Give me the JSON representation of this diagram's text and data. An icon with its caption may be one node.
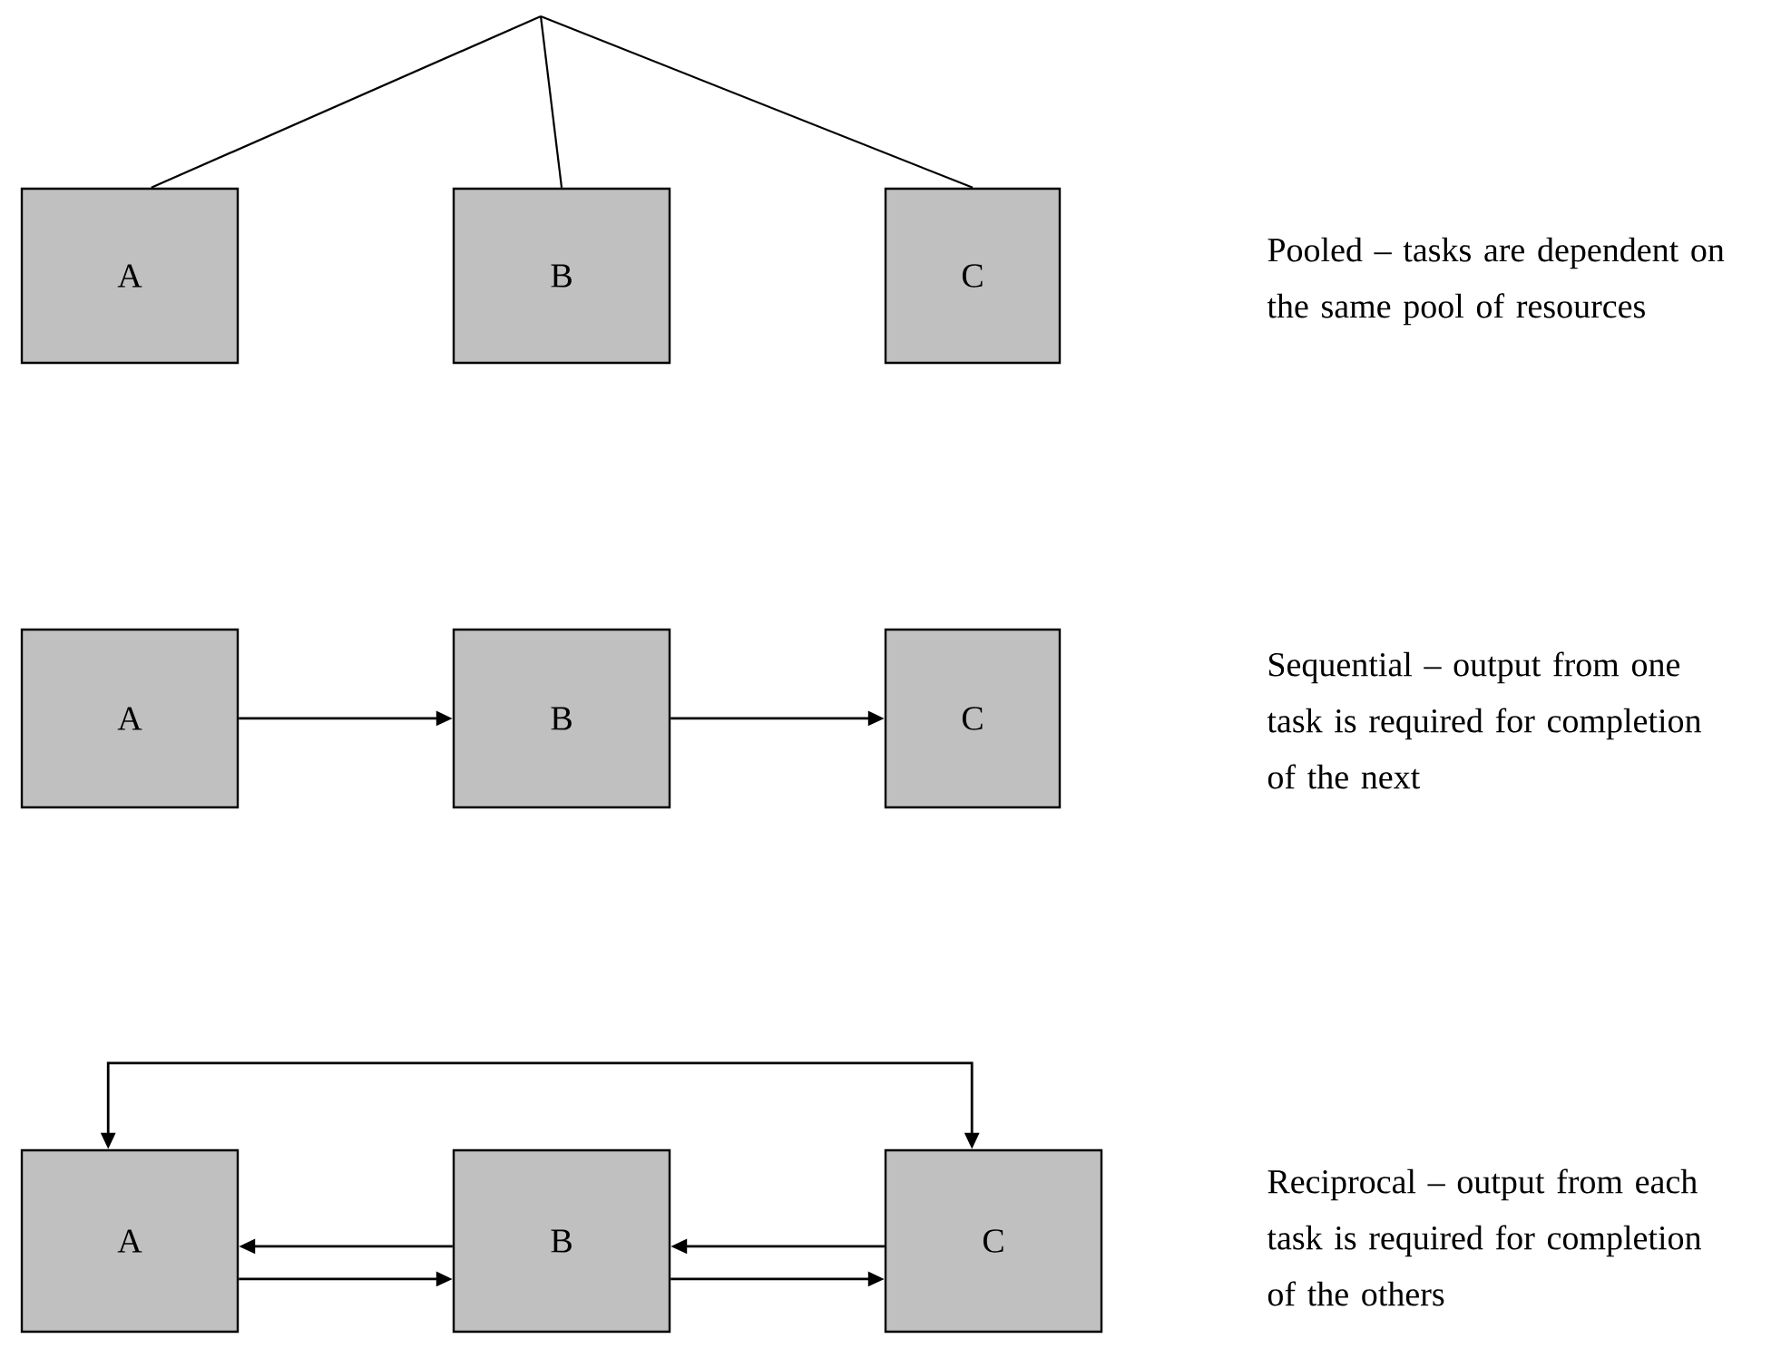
{
  "diagram": {
    "nodes": [
      {
        "text": [
          "A"
        ]
      },
      {
        "text": [
          "B"
        ]
      },
      {
        "text": [
          "C"
        ]
      },
      {
        "text": [
          "A"
        ]
      },
      {
        "text": [
          "B"
        ]
      },
      {
        "text": [
          "C"
        ]
      },
      {
        "text": [
          "A"
        ]
      },
      {
        "text": [
          "B"
        ]
      },
      {
        "text": [
          "C"
        ]
      }
    ],
    "edges": [
      {
        "from": null,
        "to": 0,
        "arrow": "none"
      },
      {
        "from": null,
        "to": 1,
        "arrow": "none"
      },
      {
        "from": null,
        "to": 2,
        "arrow": "none"
      },
      {
        "from": 3,
        "to": 4,
        "arrow": "to"
      },
      {
        "from": 4,
        "to": 5,
        "arrow": "to"
      },
      {
        "from": 6,
        "to": 8,
        "arrow": "both"
      },
      {
        "from": 7,
        "to": 6,
        "arrow": "to"
      },
      {
        "from": 6,
        "to": 7,
        "arrow": "to"
      },
      {
        "from": 8,
        "to": 7,
        "arrow": "to"
      },
      {
        "from": 7,
        "to": 8,
        "arrow": "to"
      }
    ],
    "labels": [
      "Pooled – tasks are dependent on the same pool of resources",
      "Sequential – output from one task is required for completion of the next",
      "Reciprocal – output from each task is required for completion of the others"
    ]
  }
}
